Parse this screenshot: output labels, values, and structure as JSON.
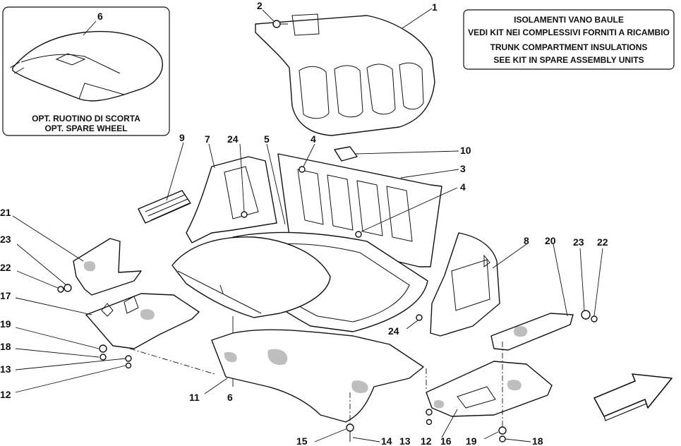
{
  "notes": {
    "assembly_line1": "ISOLAMENTI VANO BAULE",
    "assembly_line2": "VEDI KIT NEI COMPLESSIVI FORNITI A RICAMBIO",
    "assembly_line3": "TRUNK COMPARTMENT INSULATIONS",
    "assembly_line4": "SEE KIT IN SPARE ASSEMBLY UNITS",
    "spare_line1": "OPT. RUOTINO DI SCORTA",
    "spare_line2": "OPT. SPARE WHEEL"
  },
  "callouts": [
    {
      "id": "c-6-top",
      "text": "6"
    },
    {
      "id": "c-2",
      "text": "2"
    },
    {
      "id": "c-1",
      "text": "1"
    },
    {
      "id": "c-9",
      "text": "9"
    },
    {
      "id": "c-7",
      "text": "7"
    },
    {
      "id": "c-24-top",
      "text": "24"
    },
    {
      "id": "c-5",
      "text": "5"
    },
    {
      "id": "c-4-top",
      "text": "4"
    },
    {
      "id": "c-10",
      "text": "10"
    },
    {
      "id": "c-3",
      "text": "3"
    },
    {
      "id": "c-4-mid",
      "text": "4"
    },
    {
      "id": "c-21",
      "text": "21"
    },
    {
      "id": "c-23-left",
      "text": "23"
    },
    {
      "id": "c-22-left",
      "text": "22"
    },
    {
      "id": "c-17",
      "text": "17"
    },
    {
      "id": "c-19-left",
      "text": "19"
    },
    {
      "id": "c-18-left",
      "text": "18"
    },
    {
      "id": "c-13-left",
      "text": "13"
    },
    {
      "id": "c-12-left",
      "text": "12"
    },
    {
      "id": "c-11",
      "text": "11"
    },
    {
      "id": "c-6-bottom",
      "text": "6"
    },
    {
      "id": "c-8",
      "text": "8"
    },
    {
      "id": "c-20",
      "text": "20"
    },
    {
      "id": "c-23-right",
      "text": "23"
    },
    {
      "id": "c-22-right",
      "text": "22"
    },
    {
      "id": "c-24-right",
      "text": "24"
    },
    {
      "id": "c-15",
      "text": "15"
    },
    {
      "id": "c-14",
      "text": "14"
    },
    {
      "id": "c-13-right",
      "text": "13"
    },
    {
      "id": "c-12-right",
      "text": "12"
    },
    {
      "id": "c-16",
      "text": "16"
    },
    {
      "id": "c-19-right",
      "text": "19"
    },
    {
      "id": "c-18-right",
      "text": "18"
    }
  ]
}
